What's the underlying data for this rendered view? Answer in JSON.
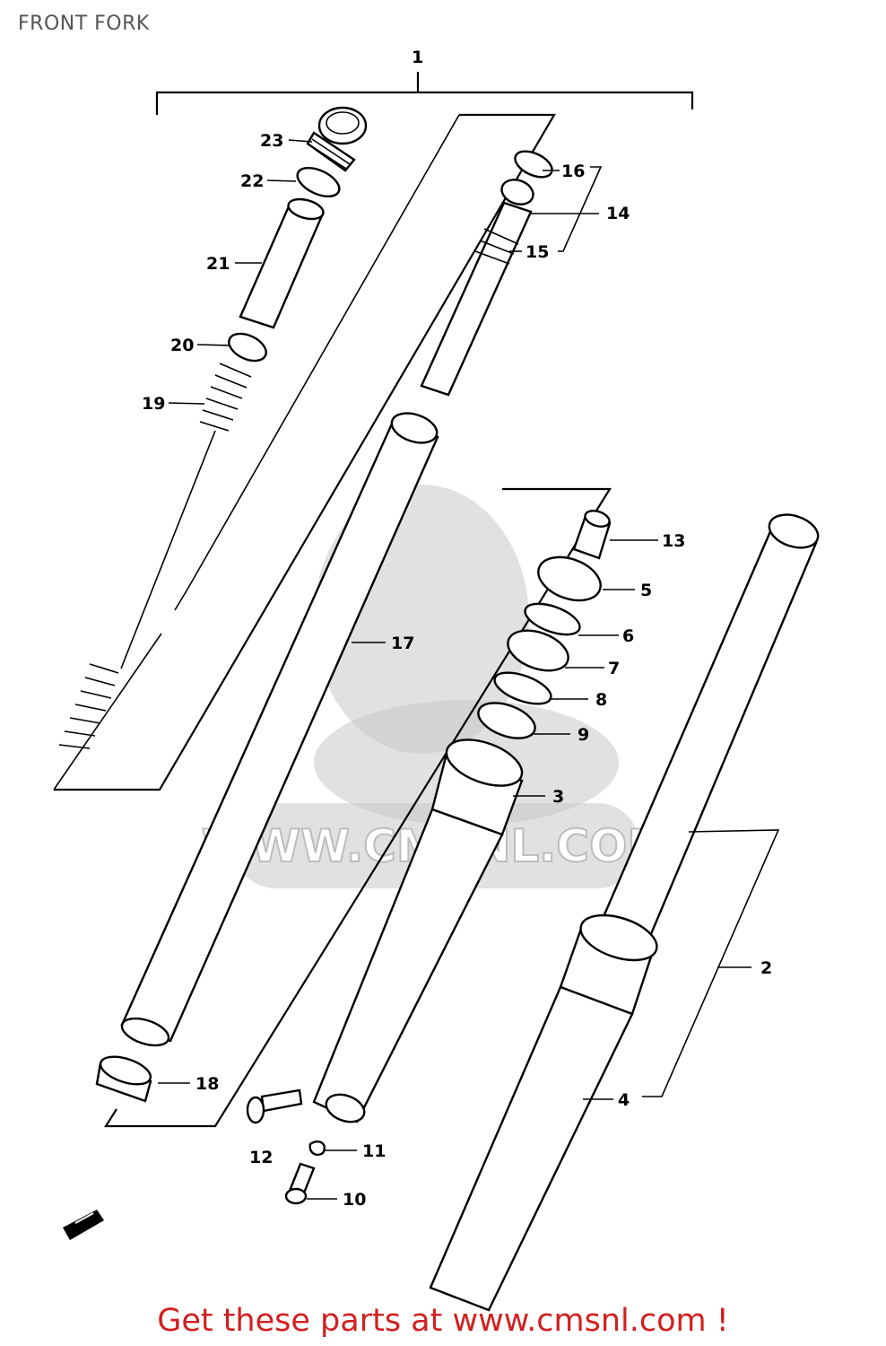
{
  "title": "FRONT FORK",
  "footer": "Get these parts at www.cmsnl.com !",
  "watermark": "WWW.CMSNL.COM",
  "labels": {
    "p1": "1",
    "p2": "2",
    "p3": "3",
    "p4": "4",
    "p5": "5",
    "p6": "6",
    "p7": "7",
    "p8": "8",
    "p9": "9",
    "p10": "10",
    "p11": "11",
    "p12": "12",
    "p13": "13",
    "p14": "14",
    "p15": "15",
    "p16": "16",
    "p17": "17",
    "p18": "18",
    "p19": "19",
    "p20": "20",
    "p21": "21",
    "p22": "22",
    "p23": "23"
  },
  "colors": {
    "footer": "#d21f1f",
    "title": "#555555",
    "watermark": "#c9c9c9"
  }
}
